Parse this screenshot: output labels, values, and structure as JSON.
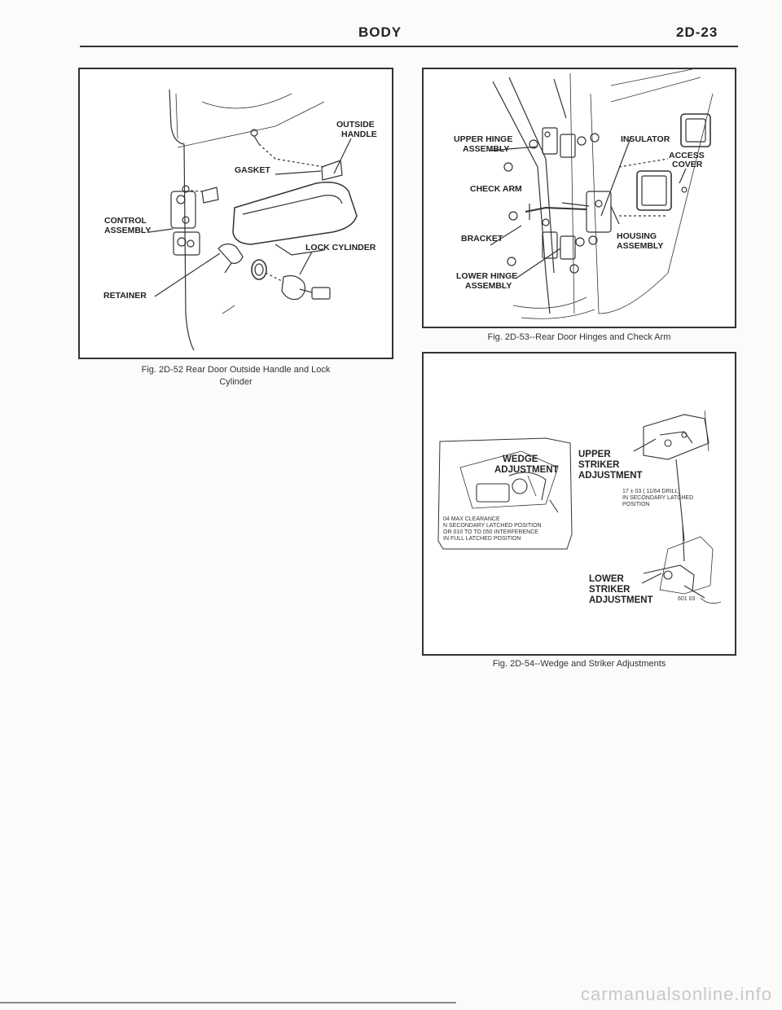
{
  "header": {
    "title": "BODY",
    "page": "2D-23"
  },
  "fig52": {
    "labels": {
      "outside_handle_1": "OUTSIDE",
      "outside_handle_2": "HANDLE",
      "gasket": "GASKET",
      "control_1": "CONTROL",
      "control_2": "ASSEMBLY",
      "lock_cylinder": "LOCK CYLINDER",
      "retainer": "RETAINER"
    },
    "caption_1": "Fig. 2D-52 Rear Door Outside Handle and Lock",
    "caption_2": "Cylinder"
  },
  "fig53": {
    "labels": {
      "upper_hinge_1": "UPPER HINGE",
      "upper_hinge_2": "ASSEMBLY",
      "insulator": "INSULATOR",
      "access_1": "ACCESS",
      "access_2": "COVER",
      "check_arm": "CHECK ARM",
      "bracket": "BRACKET",
      "housing_1": "HOUSING",
      "housing_2": "ASSEMBLY",
      "lower_hinge_1": "LOWER HINGE",
      "lower_hinge_2": "ASSEMBLY"
    },
    "caption": "Fig. 2D-53--Rear Door Hinges and Check Arm"
  },
  "fig54": {
    "labels": {
      "wedge_1": "WEDGE",
      "wedge_2": "ADJUSTMENT",
      "upper_1": "UPPER",
      "upper_2": "STRIKER",
      "upper_3": "ADJUSTMENT",
      "lower_1": "LOWER",
      "lower_2": "STRIKER",
      "lower_3": "ADJUSTMENT"
    },
    "notes": {
      "clearance_1": "04 MAX CLEARANCE",
      "clearance_2": "N SECONDARY LATCHED POSITION",
      "clearance_3": "OR 010 TO TO 050 INTERFERENCE",
      "clearance_4": "IN FULL LATCHED POSITION",
      "drill_1": "17 ± 03 ( 11/64 DRILL)",
      "drill_2": "IN SECONDARY LATCHED",
      "drill_3": "POSITION",
      "code": "601 03"
    },
    "caption": "Fig. 2D-54--Wedge and Striker Adjustments"
  },
  "footer": {
    "brand": "carmanualsonline.info"
  }
}
